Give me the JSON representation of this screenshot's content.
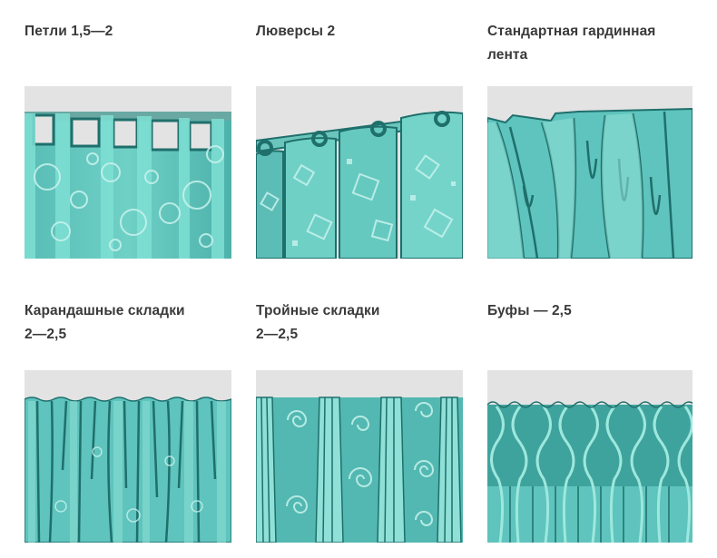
{
  "colors": {
    "background": "#ffffff",
    "label_text": "#3a3a3a",
    "wall": "#e3e3e3",
    "fabric": "#5ec4bd",
    "fabric_light": "#8fe0d6",
    "fabric_dark": "#1f6f6c",
    "pattern": "#c9f3ee"
  },
  "items": [
    {
      "label_line1": "Петли 1,5—2",
      "label_line2": "",
      "type": "tabs",
      "pattern": "circles"
    },
    {
      "label_line1": "Люверсы 2",
      "label_line2": "",
      "type": "grommets",
      "pattern": "squares"
    },
    {
      "label_line1": "Стандартная гардинная",
      "label_line2": "лента",
      "type": "standard-tape",
      "pattern": "rings"
    },
    {
      "label_line1": "Карандашные складки",
      "label_line2": "2—2,5",
      "type": "pencil-pleats",
      "pattern": "flowers"
    },
    {
      "label_line1": "Тройные складки",
      "label_line2": "2—2,5",
      "type": "triple-pleats",
      "pattern": "spirals"
    },
    {
      "label_line1": "Буфы — 2,5",
      "label_line2": "",
      "type": "smocking",
      "pattern": "stars"
    }
  ]
}
